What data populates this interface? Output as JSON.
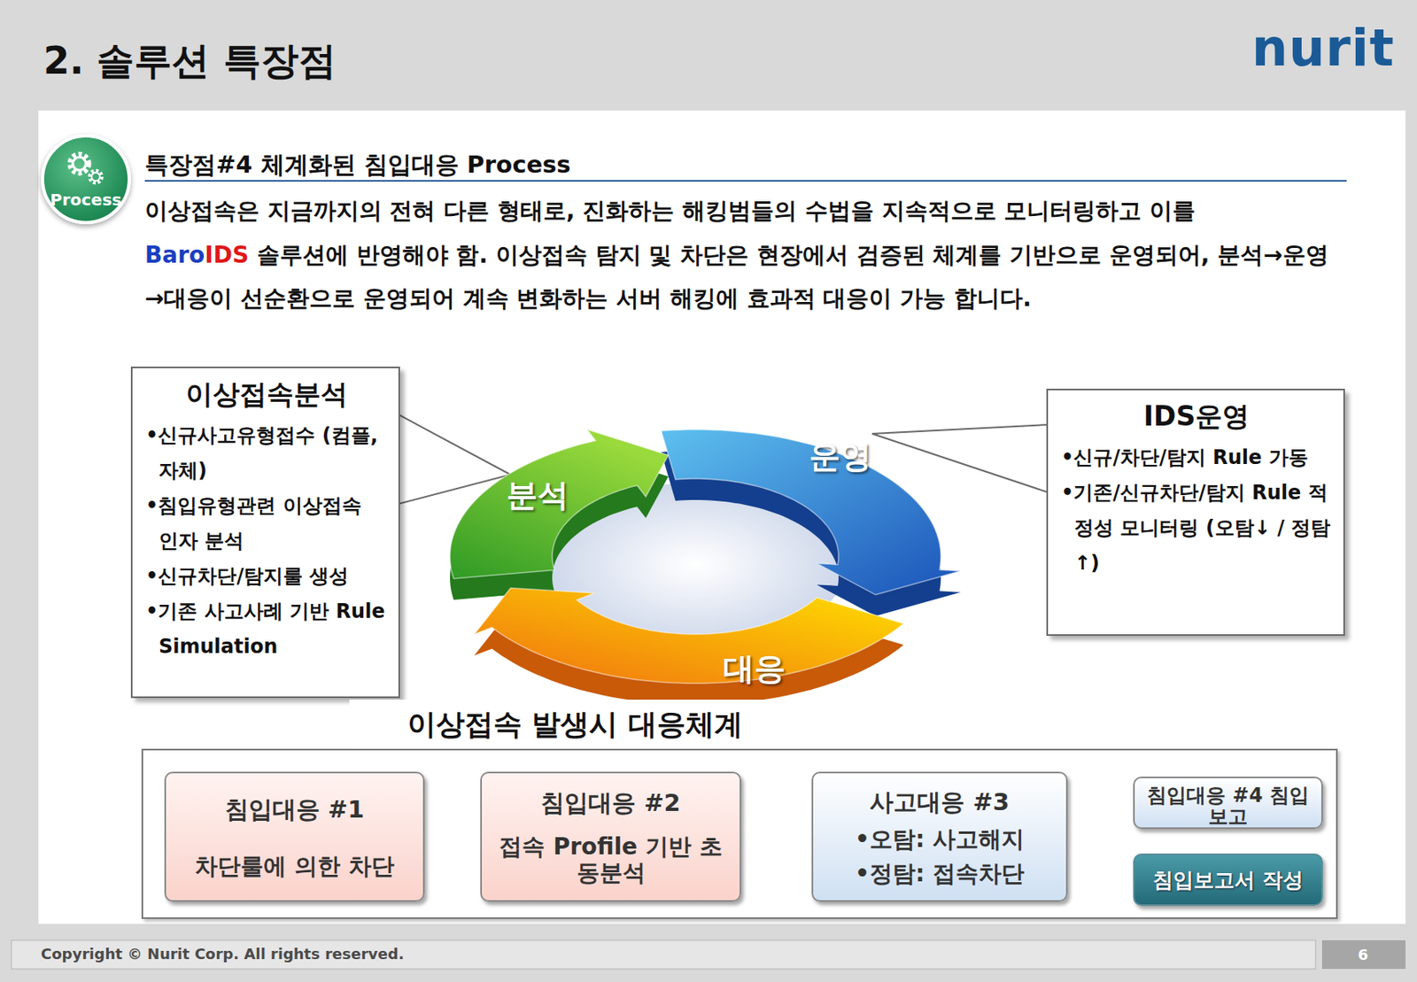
{
  "diagram": {
    "title": "2. 솔루션 특장점",
    "nodes": [
      {
        "text": [
          "Process"
        ]
      },
      {
        "text": [
          "이상접속분석",
          "•신규사고유형접수 (컴플, 자체)",
          "•침입유형관련 이상접속 인자 분석",
          "•신규차단/탐지룰 생성",
          "•기존 사고사례 기반 Rule Simulation"
        ]
      },
      {
        "text": [
          "IDS운영",
          "•신규/차단/탐지 Rule 가동",
          "•기존/신규차단/탐지 Rule 적정성 모니터링 (오탐↓ / 정탐↑)"
        ]
      },
      {
        "text": [
          "이상접속 발생시 대응체계"
        ]
      },
      {
        "text": [
          "침입대응 #1",
          "차단룰에 의한 차단"
        ],
        "in": 3
      },
      {
        "text": [
          "침입대응 #2",
          "접속 Profile 기반 초동분석"
        ],
        "in": 3
      },
      {
        "text": [
          "사고대응 #3",
          "•오탐: 사고해지",
          "•정탐: 접속차단"
        ],
        "in": 3
      },
      {
        "text": [
          "침입대응 #4 침입보고"
        ],
        "in": 3
      },
      {
        "text": [
          "침입보고서 작성"
        ],
        "in": 3
      }
    ],
    "edges": [
      {
        "from": 4,
        "to": 5,
        "arrow": "to"
      },
      {
        "from": 5,
        "to": 6,
        "arrow": "to"
      },
      {
        "from": 6,
        "to": 7,
        "arrow": "to"
      },
      {
        "from": 6,
        "to": 8,
        "arrow": "to"
      }
    ],
    "labels": [
      "nurit",
      "특장점#4 체계화된 침입대응 Process",
      "이상접속은 지금까지의 전혀 다른 형태로, 진화하는 해킹범들의 수법을 지속적으로 모니터링하고 이를",
      "Baro",
      "IDS",
      "솔루션에 반영해야 함. 이상접속 탐지 및 차단은 현장에서 검증된 체계를 기반으로 운영되어, 분석→운영→대응이 선순환으로 운영되어 계속 변화하는 서버 해킹에 효과적 대응이 가능 합니다.",
      "분석",
      "운영",
      "대응",
      "Copyright © Nurit Corp. All rights reserved.",
      "6"
    ]
  }
}
